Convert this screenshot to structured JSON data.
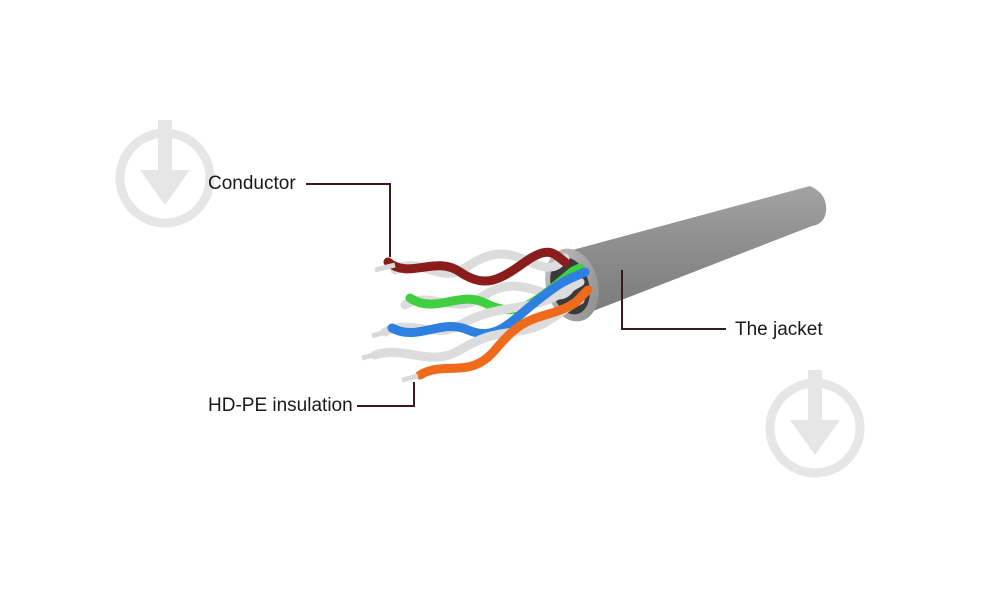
{
  "labels": {
    "conductor": "Conductor",
    "jacket": "The jacket",
    "insulation": "HD-PE insulation"
  },
  "colors": {
    "jacket": "#8f8f8f",
    "jacket_end": "#a9a9a9",
    "pair_brown": "#8a1c1c",
    "pair_green": "#3fcf3f",
    "pair_blue": "#2f7fe0",
    "pair_orange": "#f06a1c",
    "pair_white": "#dcdcdc",
    "leader_line": "#3a1a1a",
    "watermark": "#e6e6e6"
  },
  "icons": [
    "download-watermark-icon",
    "download-watermark-icon"
  ]
}
